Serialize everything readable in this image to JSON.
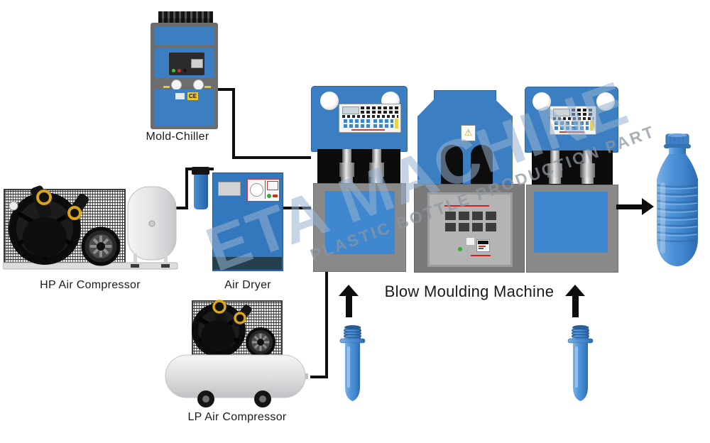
{
  "labels": {
    "mold_chiller": "Mold-Chiller",
    "hp_compressor": "HP Air Compressor",
    "air_dryer": "Air Dryer",
    "lp_compressor": "LP Air Compressor",
    "blow_machine": "Blow Moulding Machine"
  },
  "watermark": {
    "title": "ETA MACHINE",
    "subtitle": "PLASTIC BOTTLE PRODUCTION PART"
  },
  "badges": {
    "ce_mark": "CE",
    "warning_symbol": "⚠"
  },
  "colors": {
    "machine_blue": "#3b7ec2",
    "window_blue": "#3f87cf",
    "base_gray": "#8a8a8a",
    "bottle_blue": "#4a8fd6",
    "line_black": "#0e0e0e",
    "warning_yellow": "#e8c839",
    "watermark_blue": "rgba(150,178,208,0.55)"
  },
  "flow_nodes": [
    {
      "label": "Mold-Chiller"
    },
    {
      "label": "HP Air Compressor"
    },
    {
      "label": "Air Dryer"
    },
    {
      "label": "LP Air Compressor"
    },
    {
      "label": "Blow Moulding Machine"
    }
  ]
}
